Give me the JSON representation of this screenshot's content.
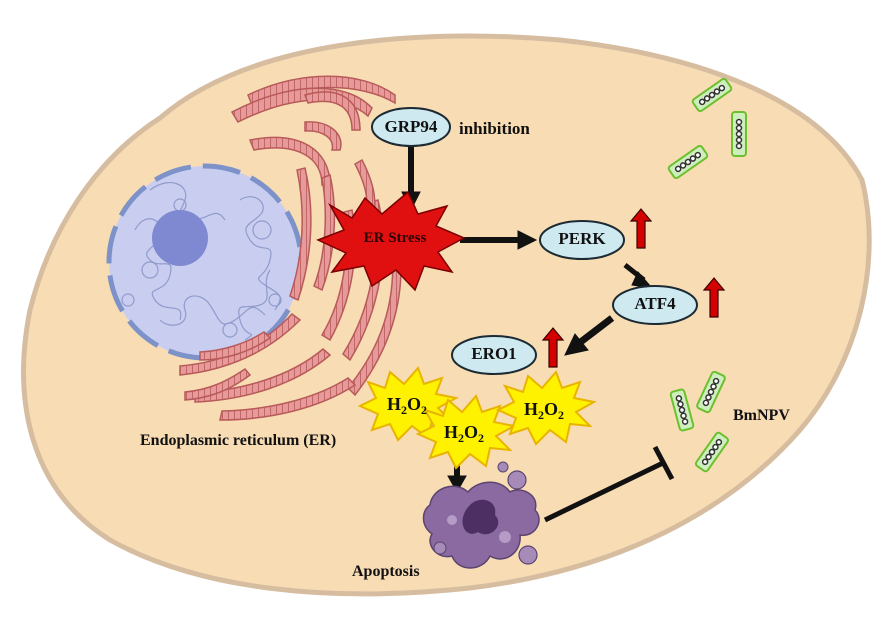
{
  "nodes": {
    "grp94": "GRP94",
    "inhibition": "inhibition",
    "er_stress": "ER Stress",
    "perk": "PERK",
    "atf4": "ATF4",
    "ero1": "ERO1",
    "apoptosis": "Apoptosis",
    "bmnpv": "BmNPV",
    "er_label": "Endoplasmic reticulum (ER)"
  },
  "h2o2": {
    "base": "H",
    "sub1": "2",
    "mid": "O",
    "sub2": "2"
  },
  "colors": {
    "cell_fill": "#f8dcb4",
    "cell_border": "#d1b69a",
    "nucleus_fill": "#c9cef0",
    "nucleus_border": "#7d92c9",
    "nucleolus": "#7f89d1",
    "er_color": "#d97a7a",
    "node_fill": "#cfe9f1",
    "node_border": "#1c2a33",
    "er_stress_fill": "#e01010",
    "h2o2_fill": "#fff200",
    "h2o2_border": "#e8b400",
    "up_arrow": "#d40000",
    "virus_green": "#7ccf3a",
    "apoptosis_fill": "#7b5c8e"
  },
  "icons": [
    "up-arrow-icon",
    "virus-icon",
    "apoptotic-cell-icon",
    "inhibition-bar-icon"
  ]
}
